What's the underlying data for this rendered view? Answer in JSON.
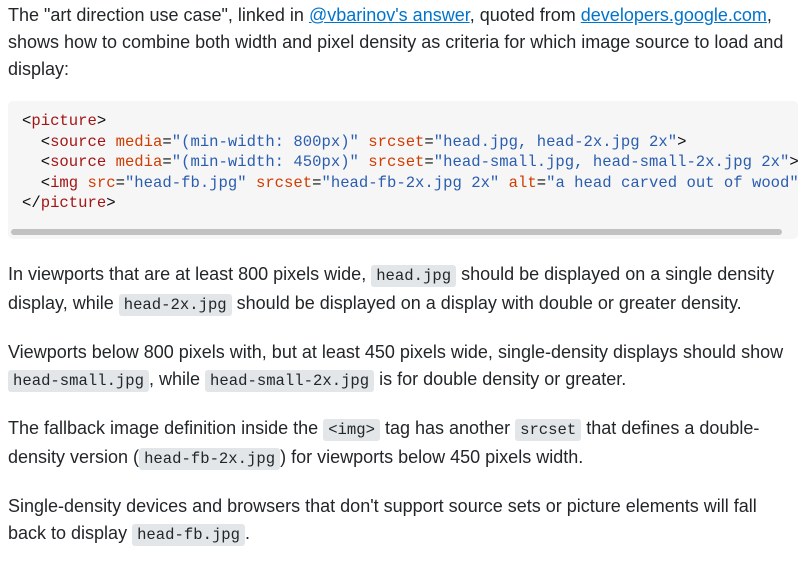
{
  "intro": {
    "pre": "The \"art direction use case\", linked in ",
    "link1": "@vbarinov's answer",
    "mid": ", quoted from ",
    "link2": "developers.google.com",
    "post": ", shows how to combine both width and pixel density as criteria for which image source to load and display:"
  },
  "code": {
    "l1_open": "<",
    "l1_tag": "picture",
    "l1_close": ">",
    "l2_indent": "  <",
    "l2_tag": "source",
    "l2_a1": "media",
    "l2_eq": "=",
    "l2_v1": "\"(min-width: 800px)\"",
    "l2_a2": "srcset",
    "l2_v2": "\"head.jpg, head-2x.jpg 2x\"",
    "l2_close": ">",
    "l3_indent": "  <",
    "l3_tag": "source",
    "l3_a1": "media",
    "l3_v1": "\"(min-width: 450px)\"",
    "l3_a2": "srcset",
    "l3_v2": "\"head-small.jpg, head-small-2x.jpg 2x\"",
    "l3_close": ">",
    "l4_indent": "  <",
    "l4_tag": "img",
    "l4_a1": "src",
    "l4_v1": "\"head-fb.jpg\"",
    "l4_a2": "srcset",
    "l4_v2": "\"head-fb-2x.jpg 2x\"",
    "l4_a3": "alt",
    "l4_v3": "\"a head carved out of wood\"",
    "l4_close": ">",
    "l5_open": "</",
    "l5_tag": "picture",
    "l5_close": ">"
  },
  "p1": {
    "t1": "In viewports that are at least 800 pixels wide, ",
    "c1": "head.jpg",
    "t2": " should be displayed on a single density display, while ",
    "c2": "head-2x.jpg",
    "t3": " should be displayed on a display with double or greater density."
  },
  "p2": {
    "t1": "Viewports below 800 pixels with, but at least 450 pixels wide, single-density displays should show ",
    "c1": "head-small.jpg",
    "t2": ", while ",
    "c2": "head-small-2x.jpg",
    "t3": " is for double density or greater."
  },
  "p3": {
    "t1": "The fallback image definition inside the ",
    "c1": "<img>",
    "t2": " tag has another ",
    "c2": "srcset",
    "t3": " that defines a double-density version (",
    "c3": "head-fb-2x.jpg",
    "t4": ") for viewports below 450 pixels width."
  },
  "p4": {
    "t1": "Single-density devices and browsers that don't support source sets or picture elements will fall back to display ",
    "c1": "head-fb.jpg",
    "t2": "."
  },
  "colors": {
    "link": "#0074cc",
    "code_bg": "#f6f6f6",
    "inline_code_bg": "#e3e6e8",
    "tag": "#a31515",
    "attr": "#d13c00",
    "string": "#2a5db0"
  }
}
